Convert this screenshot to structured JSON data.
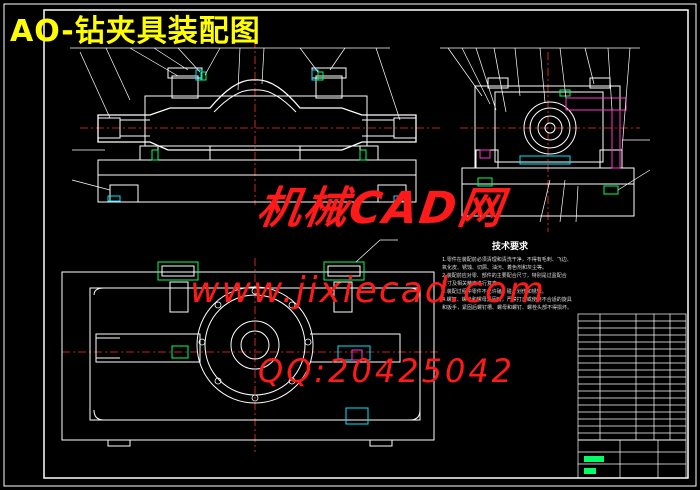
{
  "title": "AO-钻夹具装配图",
  "watermark": {
    "name": "机械CAD网",
    "url": "www.jixiecad.com",
    "qq": "QQ:20425042"
  },
  "tech_requirements": {
    "heading": "技术要求",
    "lines": [
      "1.零件在装配前必须清理和清洗干净，不得有毛刺、飞边、",
      "氧化皮、锈蚀、切屑、油污、着色剂和灰尘等。",
      "2.装配前应对零、部件的主要配合尺寸，特别是过盈配合",
      "尺寸及相关精度进行复查。",
      "3.装配过程中零件不允许磕、碰、划伤和锈蚀。",
      "4.螺钉、螺栓和螺母紧固时，严禁打击或使用不合适的旋具",
      "和扳手，紧固后螺钉槽、螺母和螺钉、螺栓头部不得损坏。"
    ]
  },
  "colors": {
    "background": "#000000",
    "title": "#ffff00",
    "watermark": "#ff1a1a",
    "outline": "#ffffff",
    "center_line": "#ff3030",
    "part_green": "#00ff66",
    "part_cyan": "#00e5ff",
    "part_magenta": "#ff33cc"
  }
}
